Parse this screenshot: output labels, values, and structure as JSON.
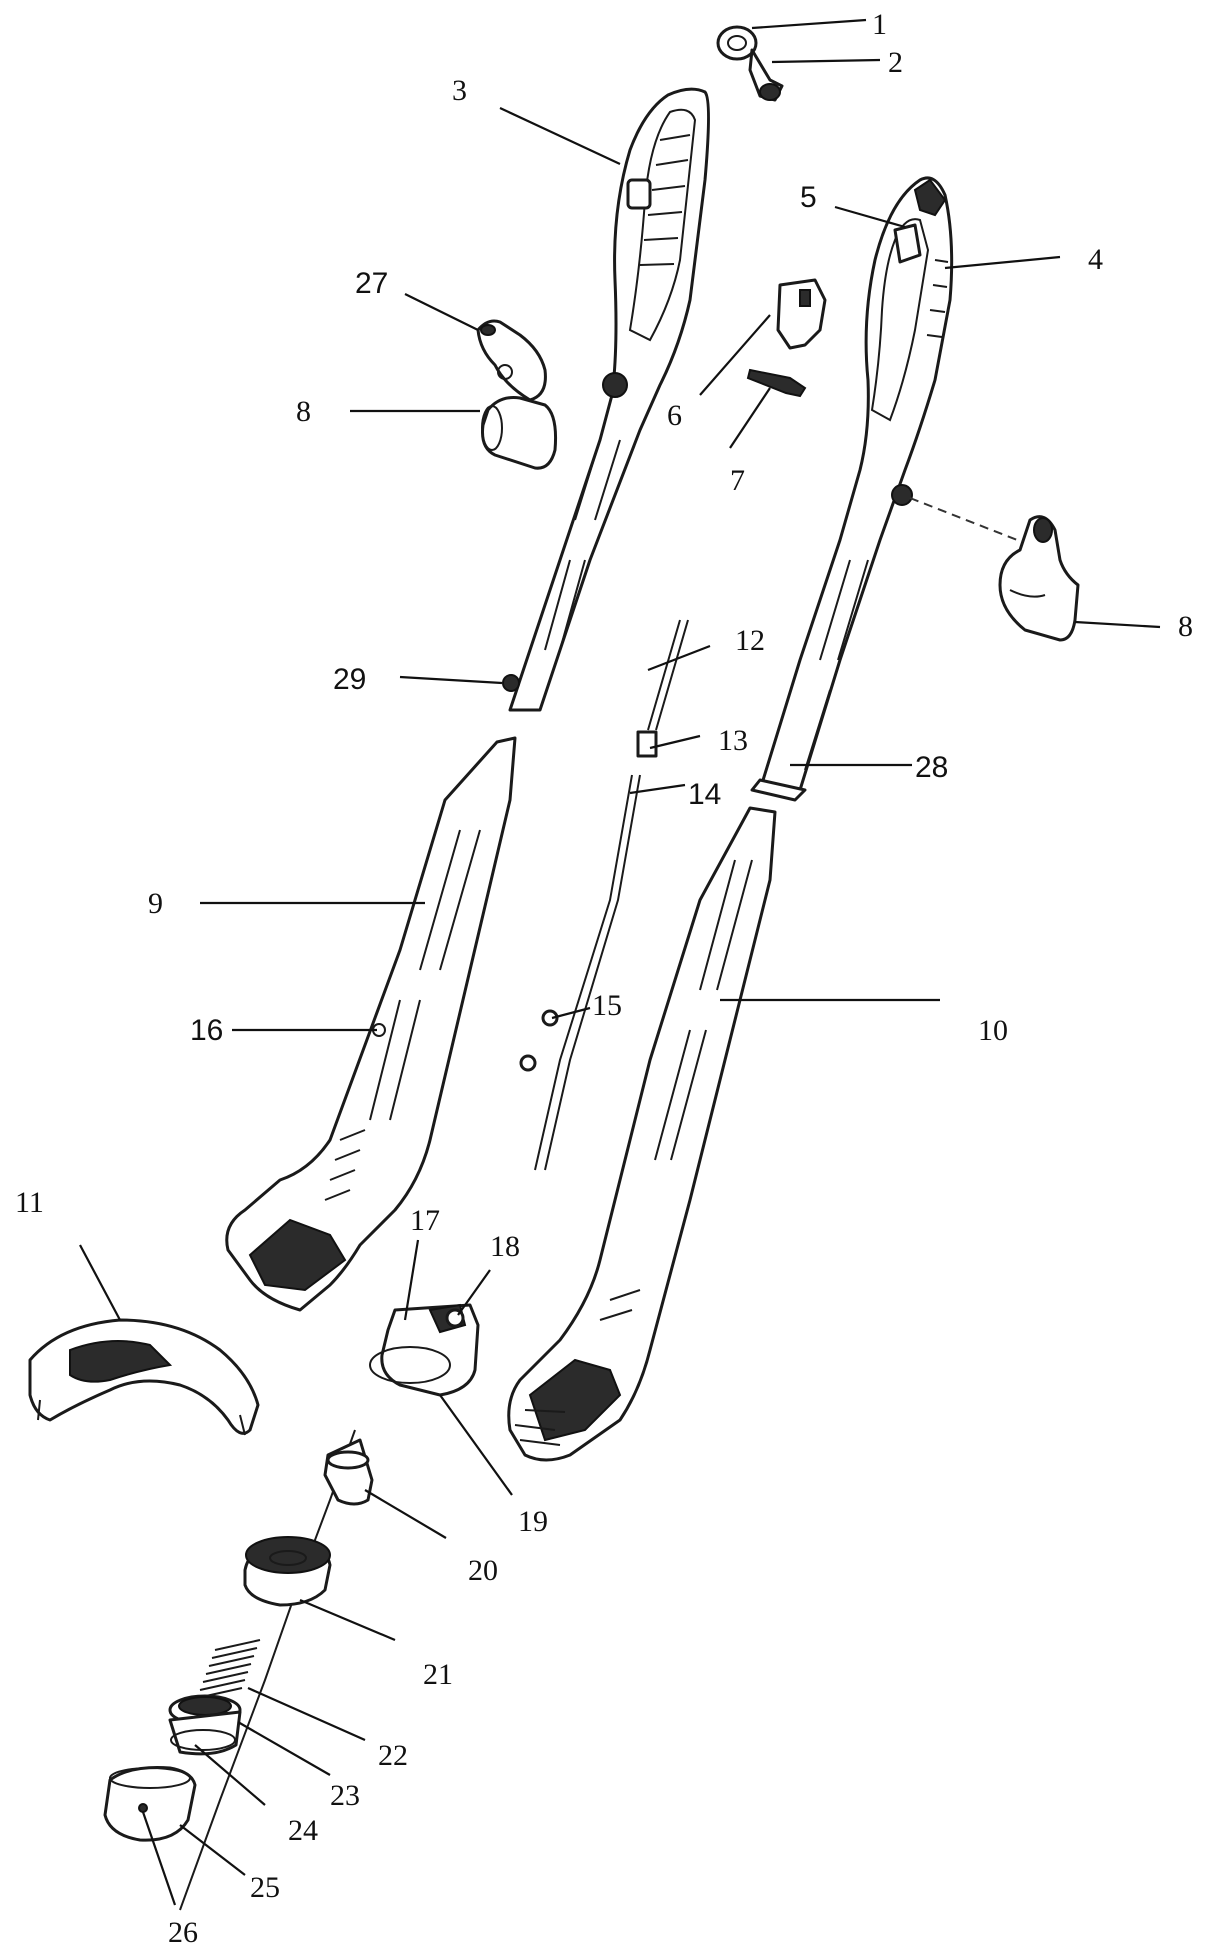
{
  "labels": [
    {
      "id": "label-1",
      "text": "1",
      "style": "serif"
    },
    {
      "id": "label-2",
      "text": "2",
      "style": "serif"
    },
    {
      "id": "label-3",
      "text": "3",
      "style": "serif"
    },
    {
      "id": "label-4",
      "text": "4",
      "style": "serif"
    },
    {
      "id": "label-5",
      "text": "5",
      "style": "sans"
    },
    {
      "id": "label-6",
      "text": "6",
      "style": "serif"
    },
    {
      "id": "label-7",
      "text": "7",
      "style": "serif"
    },
    {
      "id": "label-8a",
      "text": "8",
      "style": "serif"
    },
    {
      "id": "label-8b",
      "text": "8",
      "style": "serif"
    },
    {
      "id": "label-9",
      "text": "9",
      "style": "serif"
    },
    {
      "id": "label-10",
      "text": "10",
      "style": "serif"
    },
    {
      "id": "label-11",
      "text": "11",
      "style": "serif"
    },
    {
      "id": "label-12",
      "text": "12",
      "style": "serif"
    },
    {
      "id": "label-13",
      "text": "13",
      "style": "serif"
    },
    {
      "id": "label-14",
      "text": "14",
      "style": "sans"
    },
    {
      "id": "label-15",
      "text": "15",
      "style": "serif"
    },
    {
      "id": "label-16",
      "text": "16",
      "style": "sans"
    },
    {
      "id": "label-17",
      "text": "17",
      "style": "serif"
    },
    {
      "id": "label-18",
      "text": "18",
      "style": "serif"
    },
    {
      "id": "label-19",
      "text": "19",
      "style": "serif"
    },
    {
      "id": "label-20",
      "text": "20",
      "style": "serif"
    },
    {
      "id": "label-21",
      "text": "21",
      "style": "serif"
    },
    {
      "id": "label-22",
      "text": "22",
      "style": "serif"
    },
    {
      "id": "label-23",
      "text": "23",
      "style": "serif"
    },
    {
      "id": "label-24",
      "text": "24",
      "style": "serif"
    },
    {
      "id": "label-25",
      "text": "25",
      "style": "serif"
    },
    {
      "id": "label-26",
      "text": "26",
      "style": "serif"
    },
    {
      "id": "label-27",
      "text": "27",
      "style": "sans"
    },
    {
      "id": "label-28",
      "text": "28",
      "style": "sans"
    },
    {
      "id": "label-29",
      "text": "29",
      "style": "sans"
    }
  ]
}
